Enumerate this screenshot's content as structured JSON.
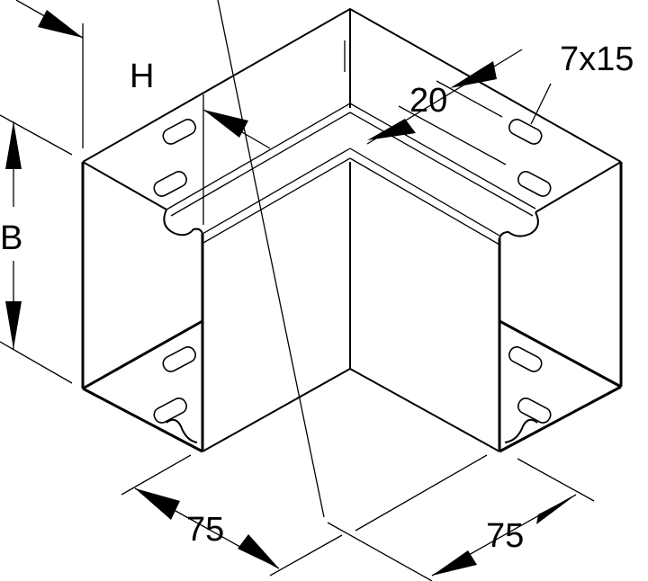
{
  "drawing": {
    "subject": "cable trunking 90° corner (flat angle) piece",
    "style": "black line drawing on white background",
    "colors": {
      "line": "#000000",
      "background": "#ffffff"
    }
  },
  "dimensions": {
    "height_label": "H",
    "width_label": "B",
    "lip_label": "20",
    "slot_label": "7x15",
    "leg_left_label": "75",
    "leg_right_label": "75"
  }
}
